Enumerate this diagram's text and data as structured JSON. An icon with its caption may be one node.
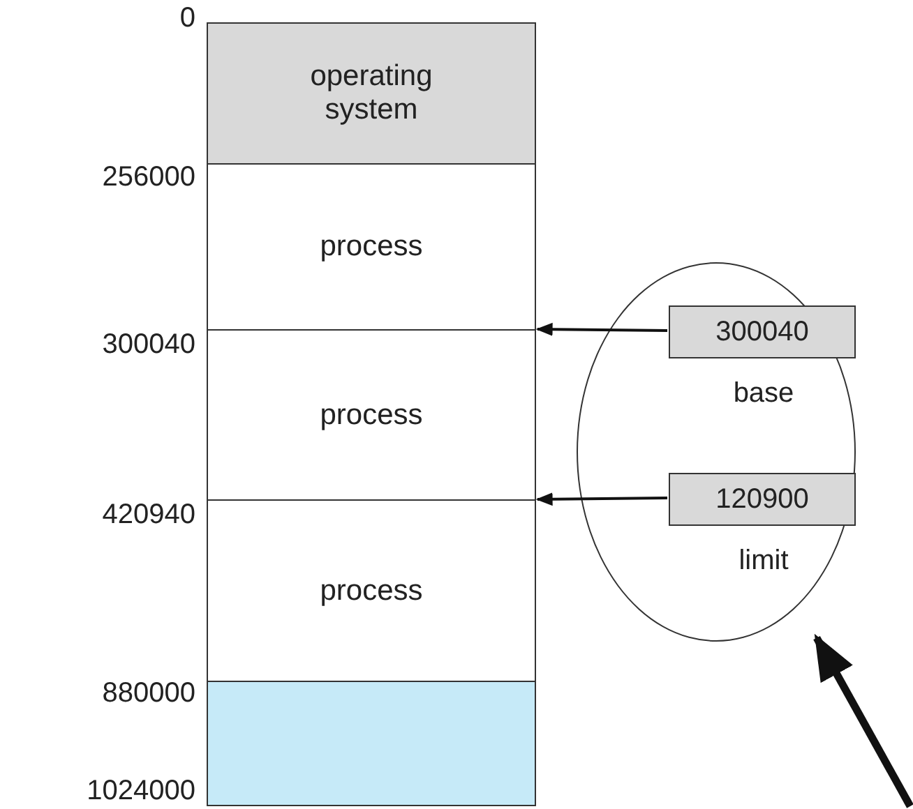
{
  "diagram": {
    "nodes": [
      {
        "text": [
          "operating system"
        ]
      },
      {
        "text": [
          "process"
        ]
      },
      {
        "text": [
          "process"
        ]
      },
      {
        "text": [
          "process"
        ]
      },
      {
        "text": [],
        "shape": "box"
      },
      {
        "text": [],
        "shape": "ellipse"
      },
      {
        "text": [
          "300040"
        ],
        "beside": [
          "base"
        ],
        "in": 5
      },
      {
        "text": [
          "120900"
        ],
        "beside": [
          "limit"
        ],
        "in": 5
      }
    ],
    "edges": [
      {
        "from": 6,
        "to": 2,
        "arrow": "to"
      },
      {
        "from": 7,
        "to": 3,
        "arrow": "to"
      },
      {
        "from": null,
        "to": 5,
        "arrow": "to",
        "style": "thick"
      }
    ],
    "labels": [
      "0",
      "256000",
      "300040",
      "420940",
      "880000",
      "1024000"
    ]
  }
}
